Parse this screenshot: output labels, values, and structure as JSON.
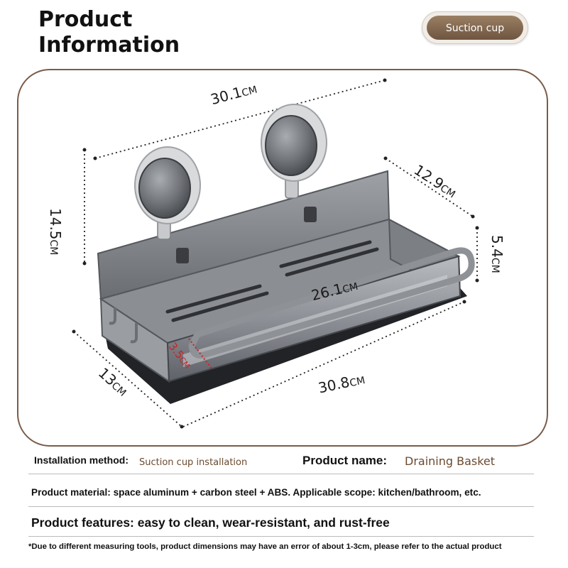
{
  "header": {
    "title_line1": "Product",
    "title_line2": "Information",
    "tag_label": "Suction cup"
  },
  "dimensions": {
    "length_top": {
      "value": "30.1",
      "unit": "CM"
    },
    "depth_right": {
      "value": "12.9",
      "unit": "CM"
    },
    "height_left": {
      "value": "14.5",
      "unit": "CM"
    },
    "rail_height": {
      "value": "5.4",
      "unit": "CM"
    },
    "inner_length": {
      "value": "26.1",
      "unit": "CM"
    },
    "lip": {
      "value": "3.5",
      "unit": "CM"
    },
    "depth_left": {
      "value": "13",
      "unit": "CM"
    },
    "length_bottom": {
      "value": "30.8",
      "unit": "CM"
    }
  },
  "info": {
    "installation_label": "Installation method:",
    "installation_value": "Suction cup installation",
    "product_name_label": "Product name:",
    "product_name_value": "Draining Basket",
    "material_text": "Product material: space aluminum + carbon steel + ABS. Applicable scope: kitchen/bathroom, etc.",
    "features_text": "Product features: easy to clean, wear-resistant, and rust-free",
    "disclaimer": "*Due to different measuring tools, product dimensions may have an error of about 1-3cm, please refer to the actual product"
  },
  "colors": {
    "accent_brown": "#7a5c48",
    "tag_bg": "#8a6f55",
    "value_text": "#6b4a2f",
    "dimension_red": "#cc2222"
  }
}
